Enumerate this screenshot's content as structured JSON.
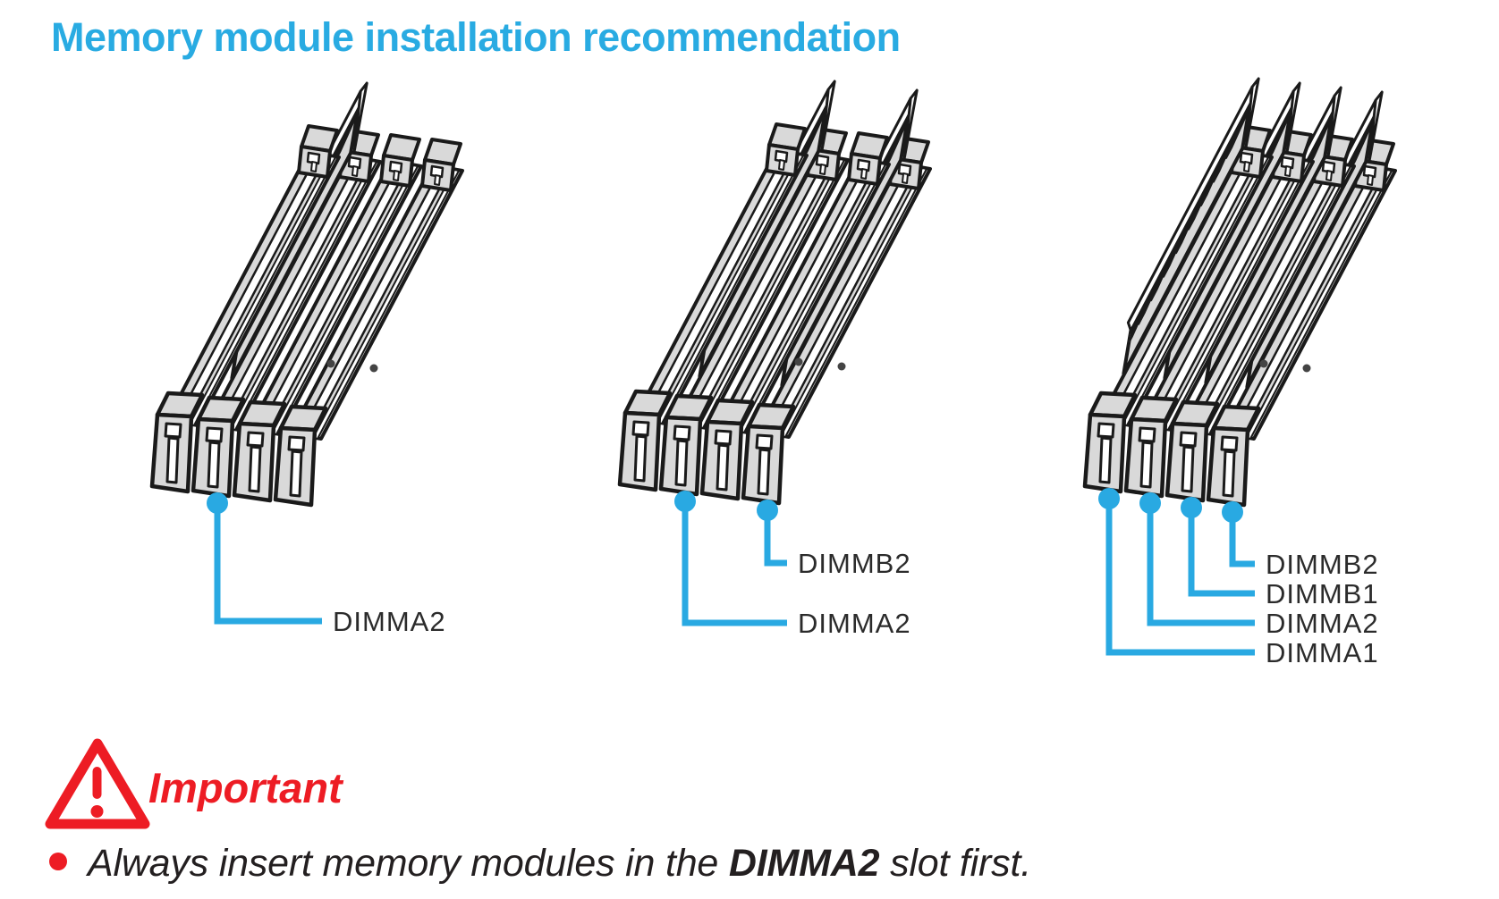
{
  "title": "Memory module installation recommendation",
  "colors": {
    "accent_blue": "#29abe2",
    "callout_blue": "#29a9e2",
    "warning_red": "#ed1c24",
    "text_dark": "#231f20",
    "label_dark": "#2b2b2b",
    "slot_fill": "#d9d9d9",
    "slot_outline": "#1a1a1a"
  },
  "diagrams": [
    {
      "name": "single-module",
      "slots_total": 4,
      "populated_slots": [
        1
      ],
      "callouts": [
        {
          "slot": 1,
          "label": "DIMMA2"
        }
      ]
    },
    {
      "name": "dual-module",
      "slots_total": 4,
      "populated_slots": [
        1,
        3
      ],
      "callouts": [
        {
          "slot": 3,
          "label": "DIMMB2"
        },
        {
          "slot": 1,
          "label": "DIMMA2"
        }
      ]
    },
    {
      "name": "quad-module",
      "slots_total": 4,
      "populated_slots": [
        0,
        1,
        2,
        3
      ],
      "callouts": [
        {
          "slot": 3,
          "label": "DIMMB2"
        },
        {
          "slot": 2,
          "label": "DIMMB1"
        },
        {
          "slot": 1,
          "label": "DIMMA2"
        },
        {
          "slot": 0,
          "label": "DIMMA1"
        }
      ]
    }
  ],
  "important": {
    "heading": "Important",
    "warning_icon": "warning-triangle-icon",
    "bullets": [
      {
        "pre": "Always insert memory modules in the ",
        "bold": "DIMMA2",
        "post": " slot first."
      }
    ]
  }
}
